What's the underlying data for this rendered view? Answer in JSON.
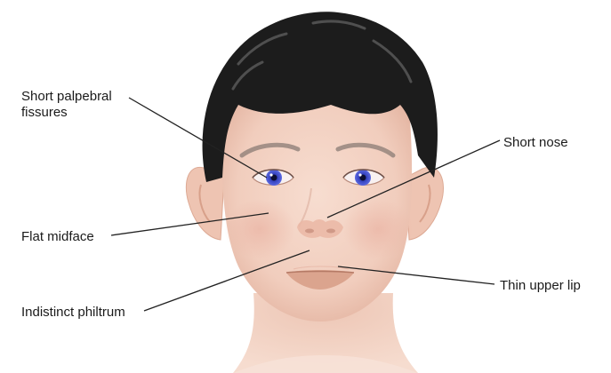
{
  "labels": {
    "short_palpebral_fissures": "Short palpebral fissures",
    "short_nose": "Short nose",
    "flat_midface": "Flat midface",
    "thin_upper_lip": "Thin upper lip",
    "indistinct_philtrum": "Indistinct philtrum"
  },
  "colors": {
    "hair": "#1c1c1c",
    "skin": "#f3d2c4",
    "skin_shadow": "#e6b7a5",
    "iris": "#3a47c9",
    "lip": "#d9a08a",
    "leader_line": "#222222",
    "label_text": "#1a1a1a"
  }
}
